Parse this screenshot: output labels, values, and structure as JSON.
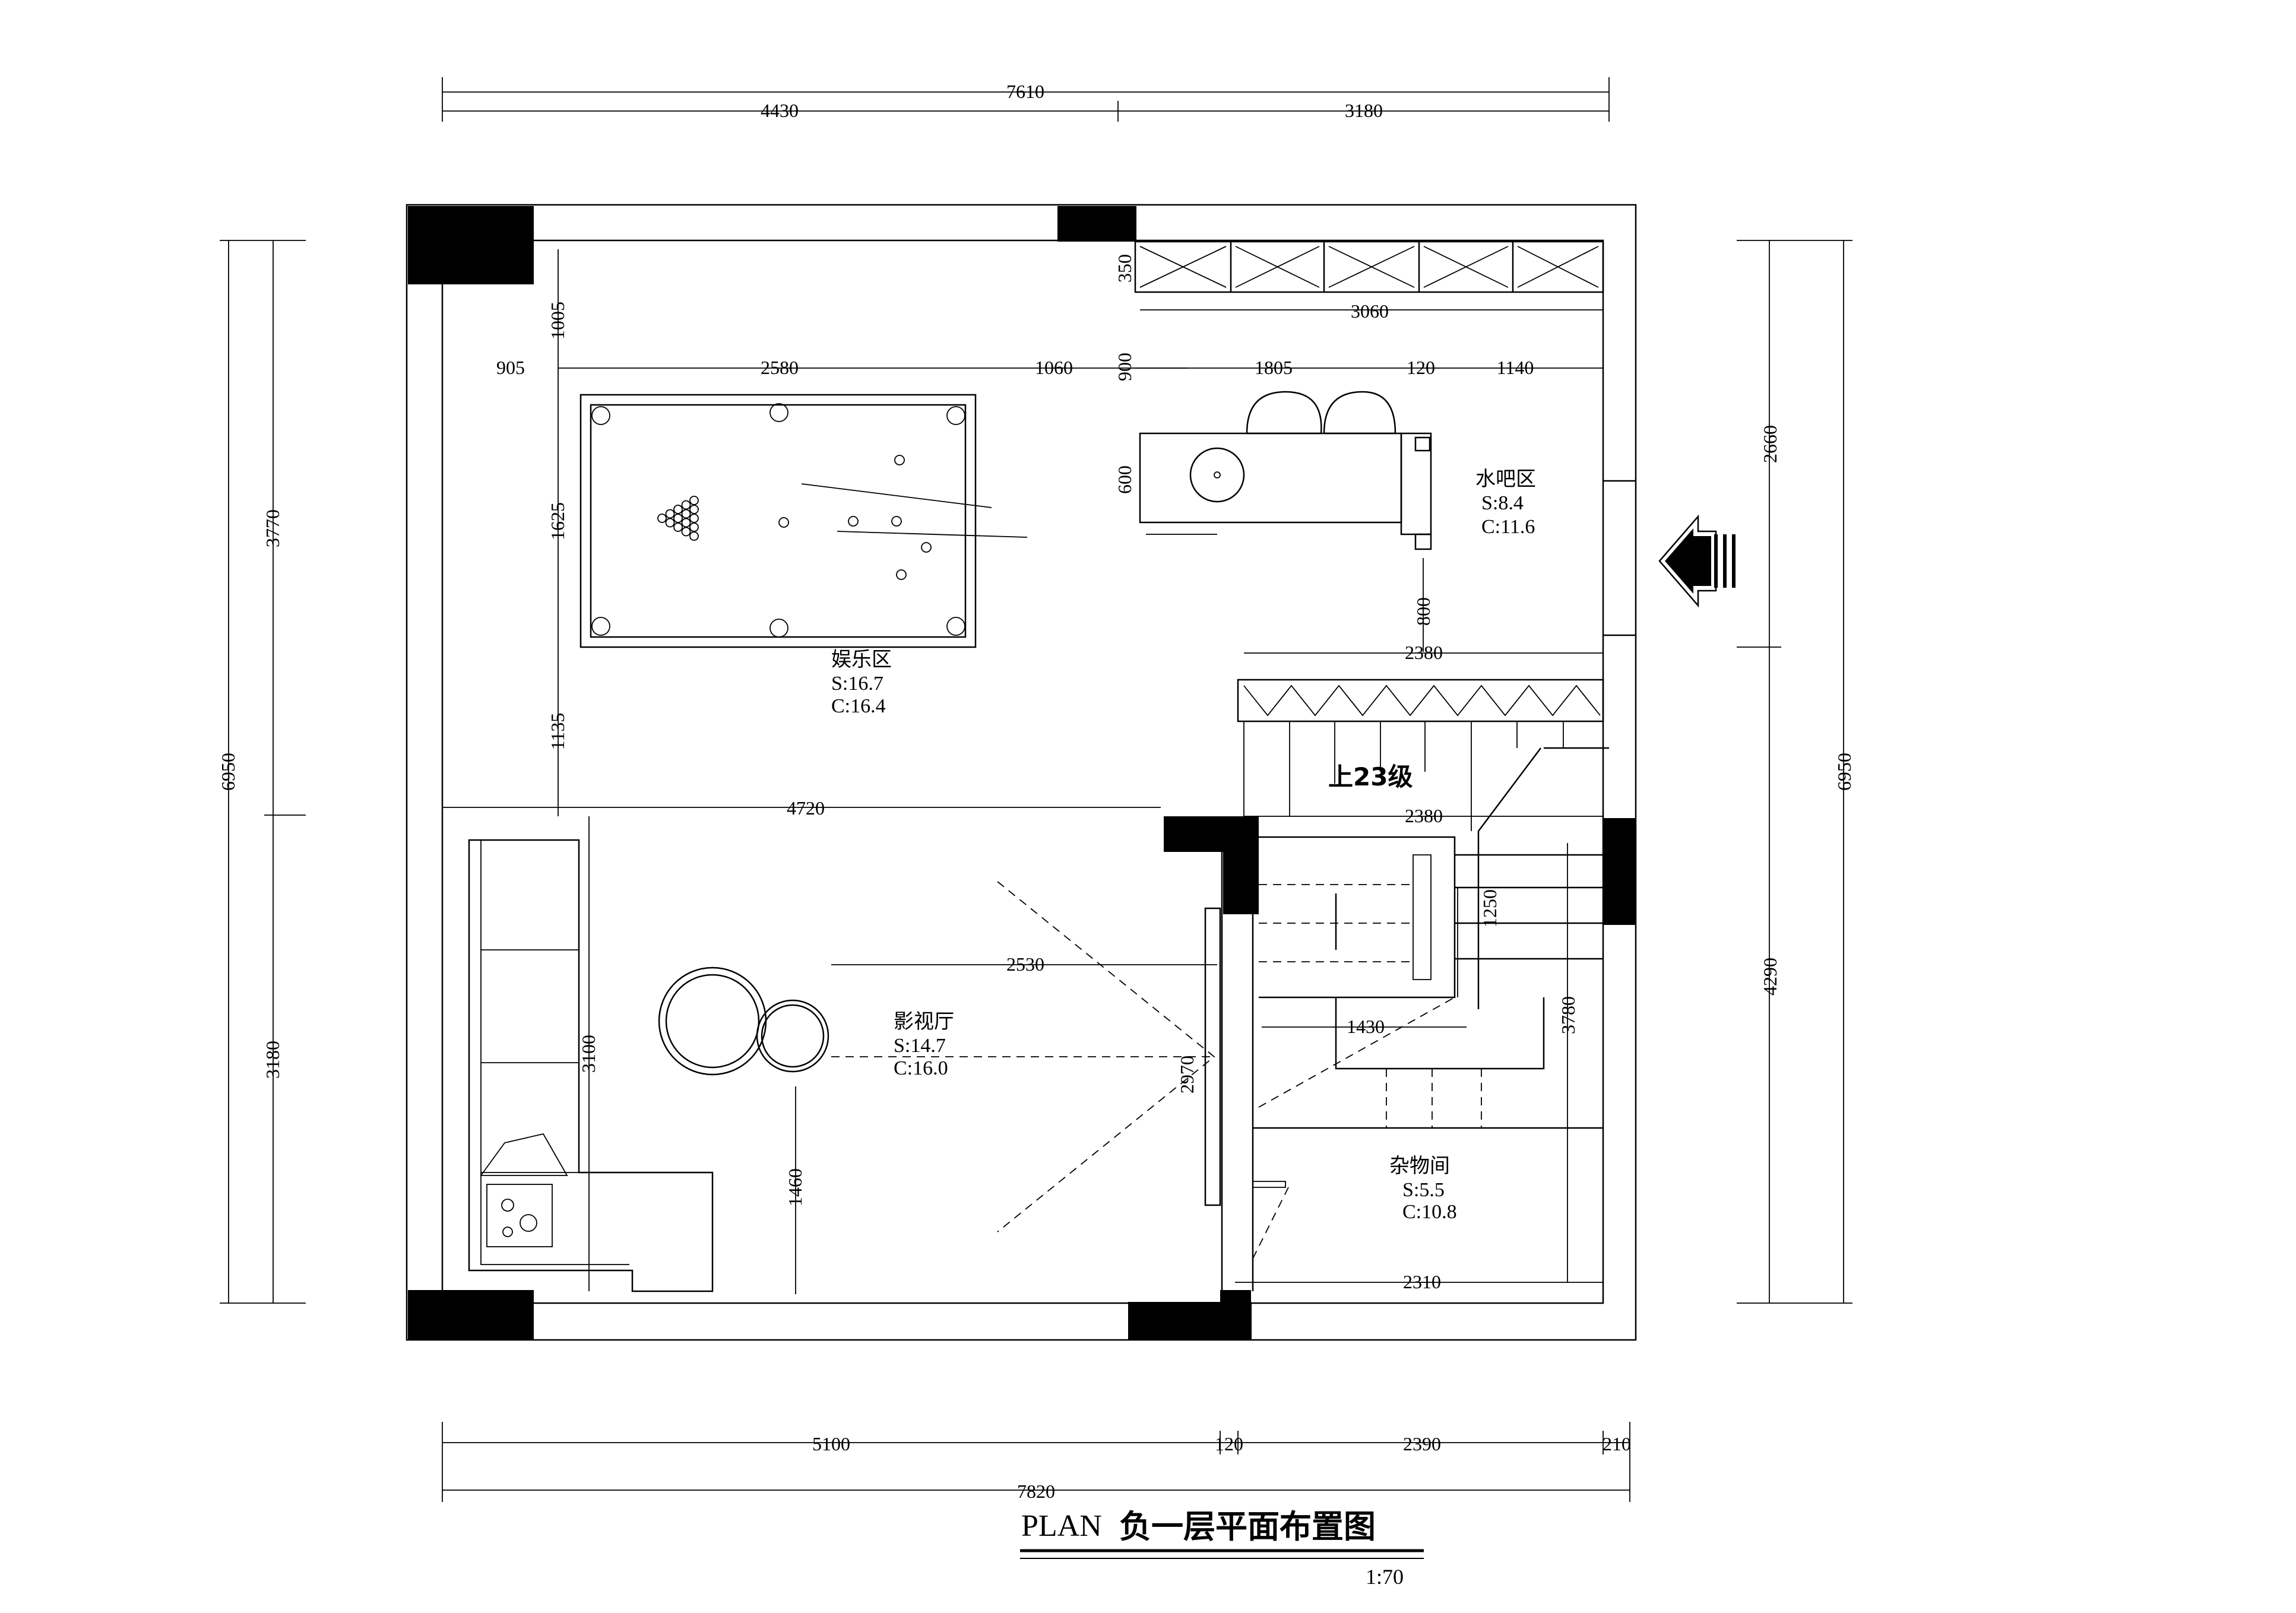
{
  "title": {
    "en": "PLAN",
    "cn": "负一层平面布置图",
    "scale": "1:70"
  },
  "dimensions": {
    "top_total": "7610",
    "top_left": "4430",
    "top_right": "3180",
    "shelf_height": "350",
    "shelf_width": "3060",
    "pool_top": "1005",
    "pool_left": "905",
    "pool_width": "2580",
    "pool_right": "1060",
    "pool_height": "1625",
    "pool_bottom": "1135",
    "bar_900": "900",
    "bar_1805": "1805",
    "bar_120": "120",
    "bar_1140": "1140",
    "bar_depth": "600",
    "bar_800": "800",
    "stair_top_width": "2380",
    "stair_width_2": "2380",
    "stair_1250": "1250",
    "stair_1430": "1430",
    "stair_3780": "3780",
    "living_width": "4720",
    "sofa_length": "3100",
    "tv_2530": "2530",
    "sofa_bottom": "1460",
    "wall_2970": "2970",
    "storage_width": "2310",
    "left_total": "6950",
    "left_upper": "3770",
    "left_lower": "3180",
    "right_total": "6950",
    "right_upper": "2660",
    "right_lower": "4290",
    "bottom_5100": "5100",
    "bottom_120": "120",
    "bottom_2390": "2390",
    "bottom_210": "210",
    "bottom_total": "7820"
  },
  "rooms": {
    "entertainment": {
      "name": "娱乐区",
      "area": "S:16.7",
      "perimeter": "C:16.4"
    },
    "bar": {
      "name": "水吧区",
      "area": "S:8.4",
      "perimeter": "C:11.6"
    },
    "theater": {
      "name": "影视厅",
      "area": "S:14.7",
      "perimeter": "C:16.0"
    },
    "storage": {
      "name": "杂物间",
      "area": "S:5.5",
      "perimeter": "C:10.8"
    }
  },
  "stair": {
    "label": "上23级"
  }
}
